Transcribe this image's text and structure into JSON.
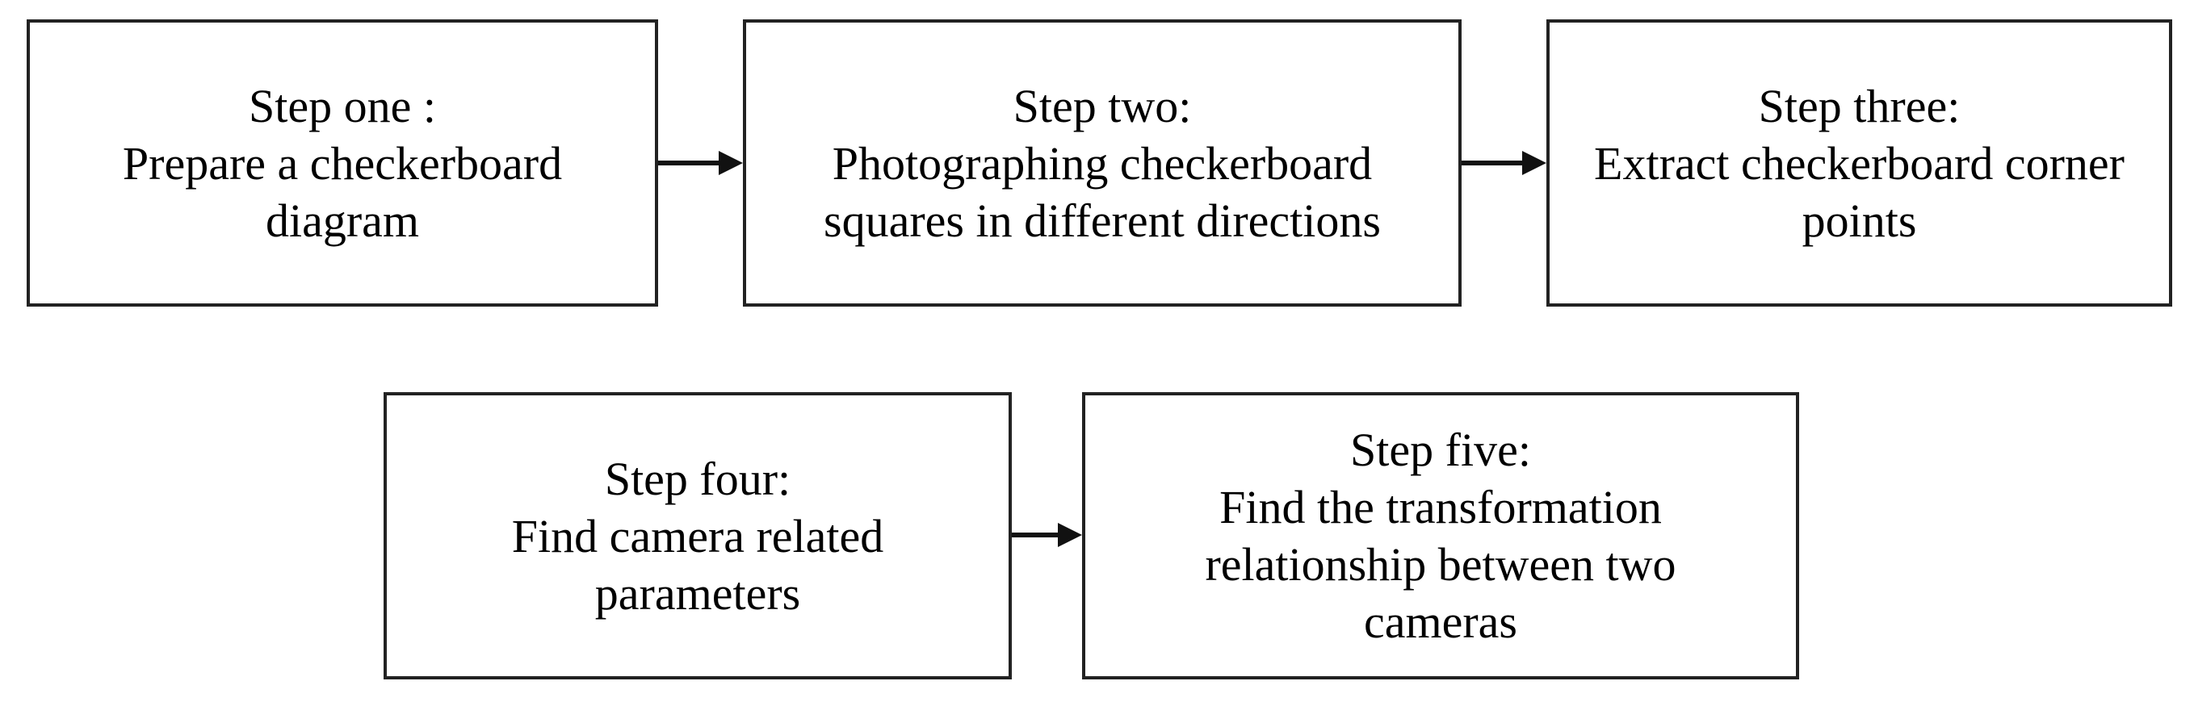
{
  "diagram": {
    "colors": {
      "stroke": "#222222",
      "arrow": "#111111",
      "text": "#000000",
      "background": "#ffffff"
    },
    "boxes": [
      {
        "id": "step-one",
        "lines": [
          "Step one :",
          "Prepare a checkerboard",
          "diagram"
        ]
      },
      {
        "id": "step-two",
        "lines": [
          "Step two:",
          "Photographing checkerboard",
          "squares in different directions"
        ]
      },
      {
        "id": "step-three",
        "lines": [
          "Step three:",
          "Extract checkerboard corner",
          "points"
        ]
      },
      {
        "id": "step-four",
        "lines": [
          "Step four:",
          "Find camera related",
          "parameters"
        ]
      },
      {
        "id": "step-five",
        "lines": [
          "Step five:",
          "Find the transformation",
          "relationship between two",
          "cameras"
        ]
      }
    ],
    "connectors": [
      {
        "from": "step-one",
        "to": "step-two"
      },
      {
        "from": "step-two",
        "to": "step-three"
      },
      {
        "from": "step-four",
        "to": "step-five"
      }
    ]
  }
}
